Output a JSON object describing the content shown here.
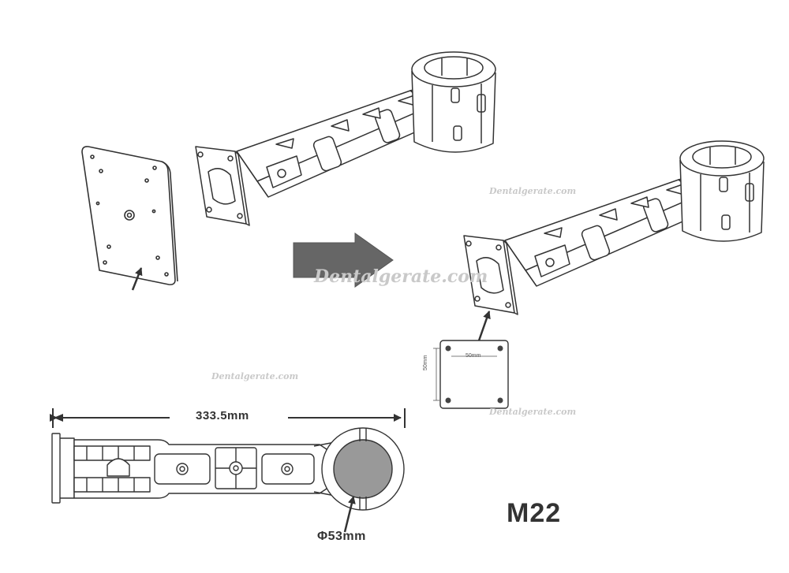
{
  "labels": {
    "length": "333.5mm",
    "diameter": "Φ53mm",
    "vesa_horizontal": "50mm",
    "vesa_vertical": "50mm",
    "model": "M22"
  },
  "watermarks": [
    "Dentalgerate.com",
    "Dentalgerate.com",
    "Dentalgerate.com",
    "Dentalgerate.com"
  ],
  "colors": {
    "line": "#333333",
    "arrow_fill": "#666666",
    "pole_fill": "#999999",
    "watermark": "#c9c9c9"
  }
}
